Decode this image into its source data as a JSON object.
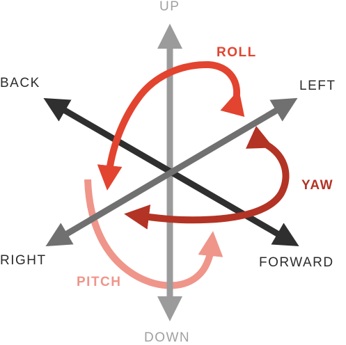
{
  "diagram": {
    "axes": {
      "up": "UP",
      "down": "DOWN",
      "back": "BACK",
      "left": "LEFT",
      "right": "RIGHT",
      "forward": "FORWARD"
    },
    "rotations": {
      "roll": "ROLL",
      "yaw": "YAW",
      "pitch": "PITCH"
    },
    "colors": {
      "vertical_axis": "#9b9b9b",
      "lateral_axis": "#707070",
      "longitudinal_axis": "#2f2f2f",
      "roll": "#e2442f",
      "yaw": "#b33325",
      "pitch": "#ef958a"
    }
  }
}
